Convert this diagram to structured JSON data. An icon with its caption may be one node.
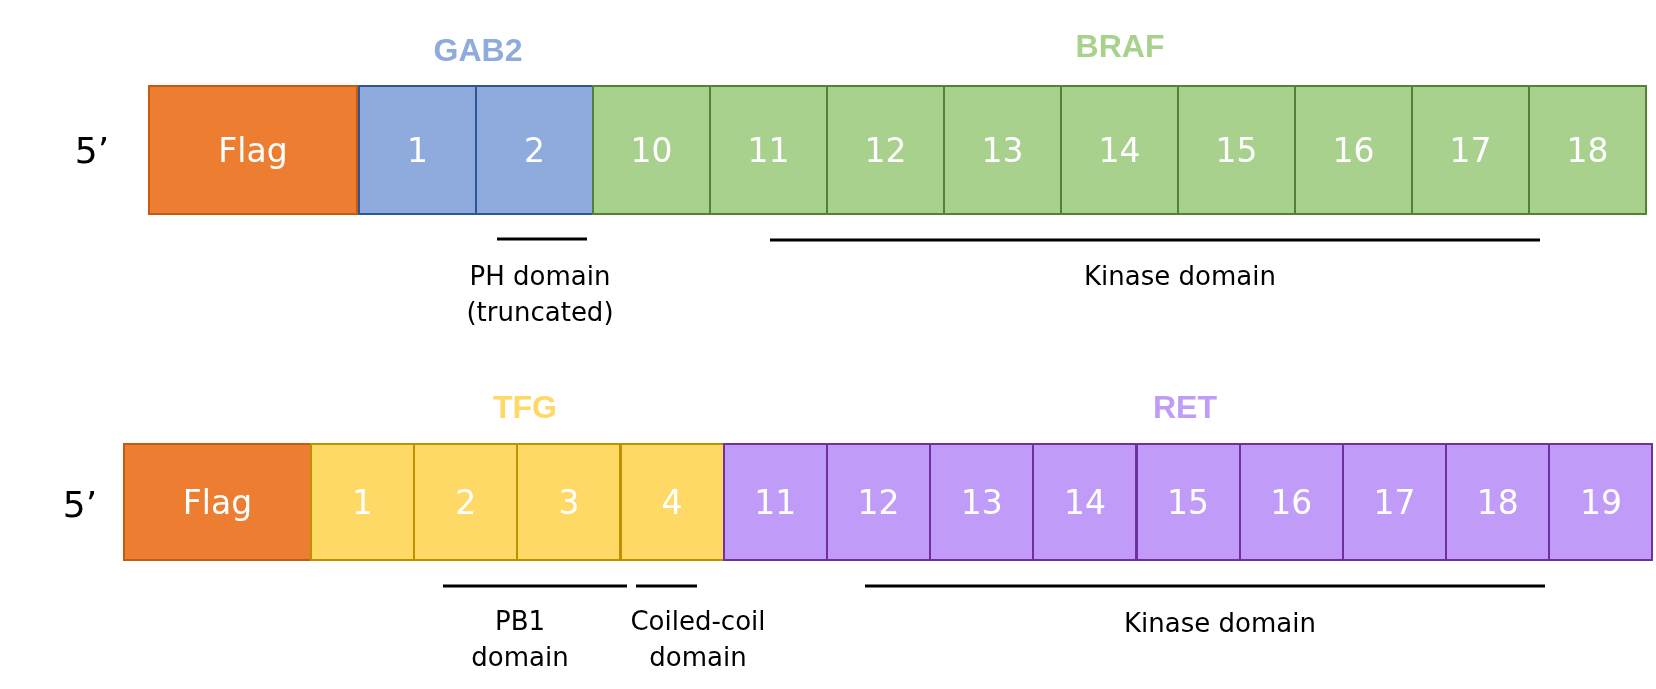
{
  "diagram": {
    "nodes": [
      {
        "text": [
          "Flag"
        ]
      },
      {
        "text": [
          "1"
        ]
      },
      {
        "text": [
          "2"
        ]
      },
      {
        "text": [
          "10"
        ]
      },
      {
        "text": [
          "11"
        ]
      },
      {
        "text": [
          "12"
        ]
      },
      {
        "text": [
          "13"
        ]
      },
      {
        "text": [
          "14"
        ]
      },
      {
        "text": [
          "15"
        ]
      },
      {
        "text": [
          "16"
        ]
      },
      {
        "text": [
          "17"
        ]
      },
      {
        "text": [
          "18"
        ]
      },
      {
        "text": [
          "Flag"
        ]
      },
      {
        "text": [
          "1"
        ]
      },
      {
        "text": [
          "2"
        ]
      },
      {
        "text": [
          "3"
        ]
      },
      {
        "text": [
          "4"
        ]
      },
      {
        "text": [
          "11"
        ]
      },
      {
        "text": [
          "12"
        ]
      },
      {
        "text": [
          "13"
        ]
      },
      {
        "text": [
          "14"
        ]
      },
      {
        "text": [
          "15"
        ]
      },
      {
        "text": [
          "16"
        ]
      },
      {
        "text": [
          "17"
        ]
      },
      {
        "text": [
          "18"
        ]
      },
      {
        "text": [
          "19"
        ]
      }
    ],
    "labels": [
      "GAB2",
      "BRAF",
      "5’",
      "PH domain (truncated)",
      "Kinase domain",
      "TFG",
      "RET",
      "5’",
      "PB1 domain",
      "Coiled-coil domain",
      "Kinase domain"
    ]
  }
}
